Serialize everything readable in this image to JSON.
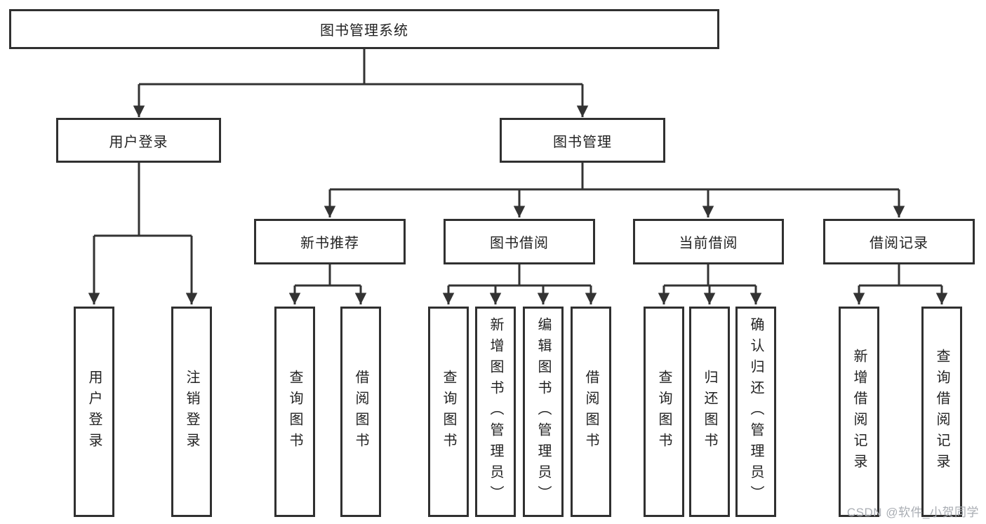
{
  "diagram": {
    "root": {
      "label": "图书管理系统"
    },
    "level2": [
      {
        "label": "用户登录"
      },
      {
        "label": "图书管理"
      }
    ],
    "level3": [
      {
        "label": "新书推荐",
        "parent": "图书管理"
      },
      {
        "label": "图书借阅",
        "parent": "图书管理"
      },
      {
        "label": "当前借阅",
        "parent": "图书管理"
      },
      {
        "label": "借阅记录",
        "parent": "图书管理"
      }
    ],
    "leaves": [
      {
        "label": "用户登录",
        "parent": "用户登录"
      },
      {
        "label": "注销登录",
        "parent": "用户登录"
      },
      {
        "label": "查询图书",
        "parent": "新书推荐"
      },
      {
        "label": "借阅图书",
        "parent": "新书推荐"
      },
      {
        "label": "查询图书",
        "parent": "图书借阅"
      },
      {
        "label": "新增图书（管理员）",
        "parent": "图书借阅"
      },
      {
        "label": "编辑图书（管理员）",
        "parent": "图书借阅"
      },
      {
        "label": "借阅图书",
        "parent": "图书借阅"
      },
      {
        "label": "查询图书",
        "parent": "当前借阅"
      },
      {
        "label": "归还图书",
        "parent": "当前借阅"
      },
      {
        "label": "确认归还（管理员）",
        "parent": "当前借阅"
      },
      {
        "label": "新增借阅记录",
        "parent": "借阅记录"
      },
      {
        "label": "查询借阅记录",
        "parent": "借阅记录"
      }
    ]
  },
  "watermark": {
    "text": "CSDN @软件_小贺同学"
  },
  "colors": {
    "line": "#333333",
    "border": "#303030",
    "text": "#222222",
    "watermark": "#a9adb3",
    "background": "#ffffff"
  }
}
